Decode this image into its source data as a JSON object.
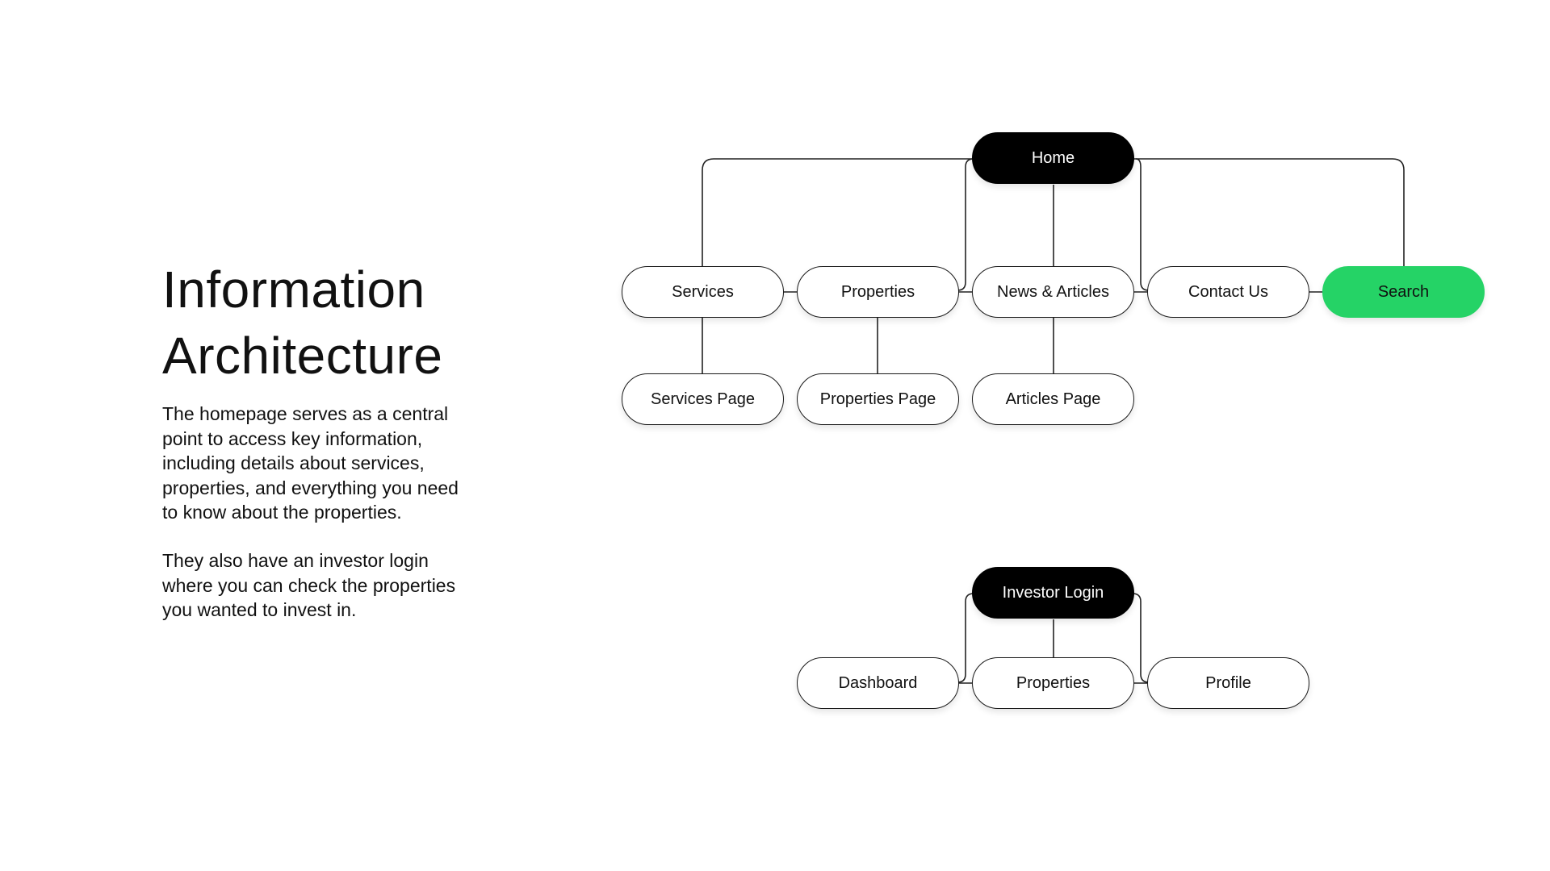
{
  "heading": {
    "line1": "Information",
    "line2": "Architecture"
  },
  "description": {
    "paragraph1": [
      "The homepage serves as a central",
      "point to access key information,",
      "including details about services,",
      "properties, and everything you need",
      "to know about the properties."
    ],
    "paragraph2": [
      "They also have an investor login",
      "where you can check the properties",
      "you wanted to invest in."
    ]
  },
  "sitemap": {
    "home": "Home",
    "main_pages": {
      "services": "Services",
      "properties": "Properties",
      "news_articles": "News & Articles",
      "contact_us": "Contact Us",
      "search": "Search"
    },
    "sub_pages": {
      "services_page": "Services Page",
      "properties_page": "Properties Page",
      "articles_page": "Articles Page"
    }
  },
  "investor": {
    "login": "Investor Login",
    "pages": {
      "dashboard": "Dashboard",
      "properties": "Properties",
      "profile": "Profile"
    }
  },
  "colors": {
    "accent_green": "#25d366",
    "root_node": "#000000",
    "node_border": "#1a1a1a"
  }
}
